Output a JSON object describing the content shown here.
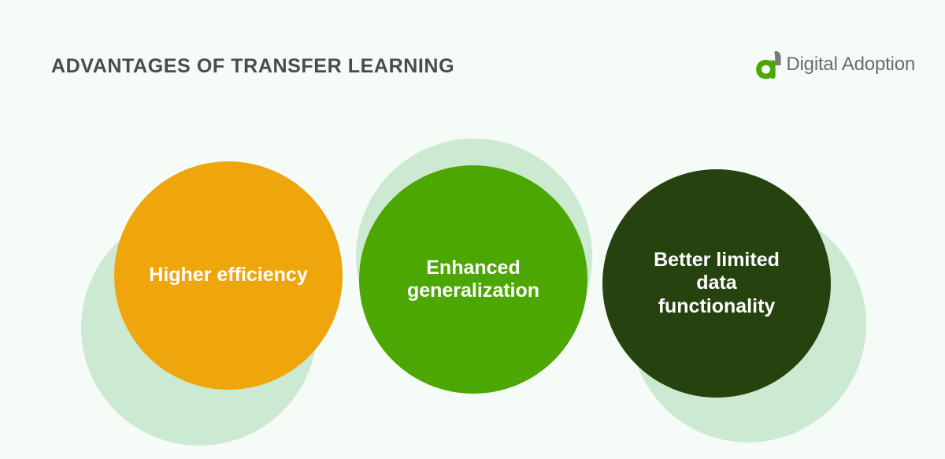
{
  "page": {
    "background_color": "#f5fcf7"
  },
  "header": {
    "title": "ADVANTAGES OF TRANSFER LEARNING",
    "title_color": "#4a4a4a",
    "brand": {
      "name": "Digital Adoption",
      "mark_icon": "digital-adoption-logo-icon",
      "mark_color": "#4ca703",
      "mark_accent_color": "#7a7a7a",
      "text_color": "#6b6b6b"
    }
  },
  "diagram": {
    "type": "circle-cluster",
    "backdrop_color": "#cce9d2",
    "bubbles": [
      {
        "label": "Higher efficiency",
        "color": "#efa50c",
        "text_color": "#ffffff"
      },
      {
        "label": "Enhanced\ngeneralization",
        "color": "#4ca703",
        "text_color": "#ffffff"
      },
      {
        "label": "Better limited\ndata\nfunctionality",
        "color": "#26430f",
        "text_color": "#ffffff"
      }
    ]
  }
}
